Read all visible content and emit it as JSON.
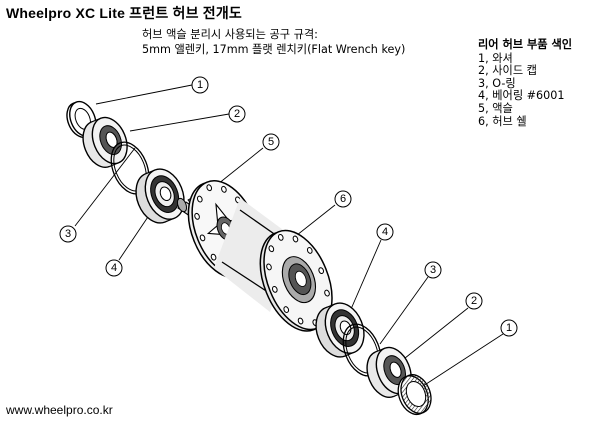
{
  "title": "Wheelpro XC Lite 프런트 허브 전개도",
  "note": {
    "line1": "허브 액슬 분리시 사용되는 공구 규격:",
    "line2": "5mm 앨렌키, 17mm 플랫 렌치키(Flat Wrench key)"
  },
  "index": {
    "title": "리어 허브 부품 색인",
    "items": [
      "1, 와셔",
      "2, 사이드 캡",
      "3, O-링",
      "4, 베어링 #6001",
      "5, 액슬",
      "6, 허브 쉘"
    ]
  },
  "footer": {
    "url": "www.wheelpro.co.kr"
  },
  "callouts": [
    {
      "number": "1",
      "part": "washer-left"
    },
    {
      "number": "2",
      "part": "side-cap-left"
    },
    {
      "number": "3",
      "part": "o-ring-left"
    },
    {
      "number": "4",
      "part": "bearing-left"
    },
    {
      "number": "5",
      "part": "axle"
    },
    {
      "number": "6",
      "part": "hub-shell"
    },
    {
      "number": "4",
      "part": "bearing-right"
    },
    {
      "number": "3",
      "part": "o-ring-right"
    },
    {
      "number": "2",
      "part": "side-cap-right"
    },
    {
      "number": "1",
      "part": "washer-right"
    }
  ]
}
